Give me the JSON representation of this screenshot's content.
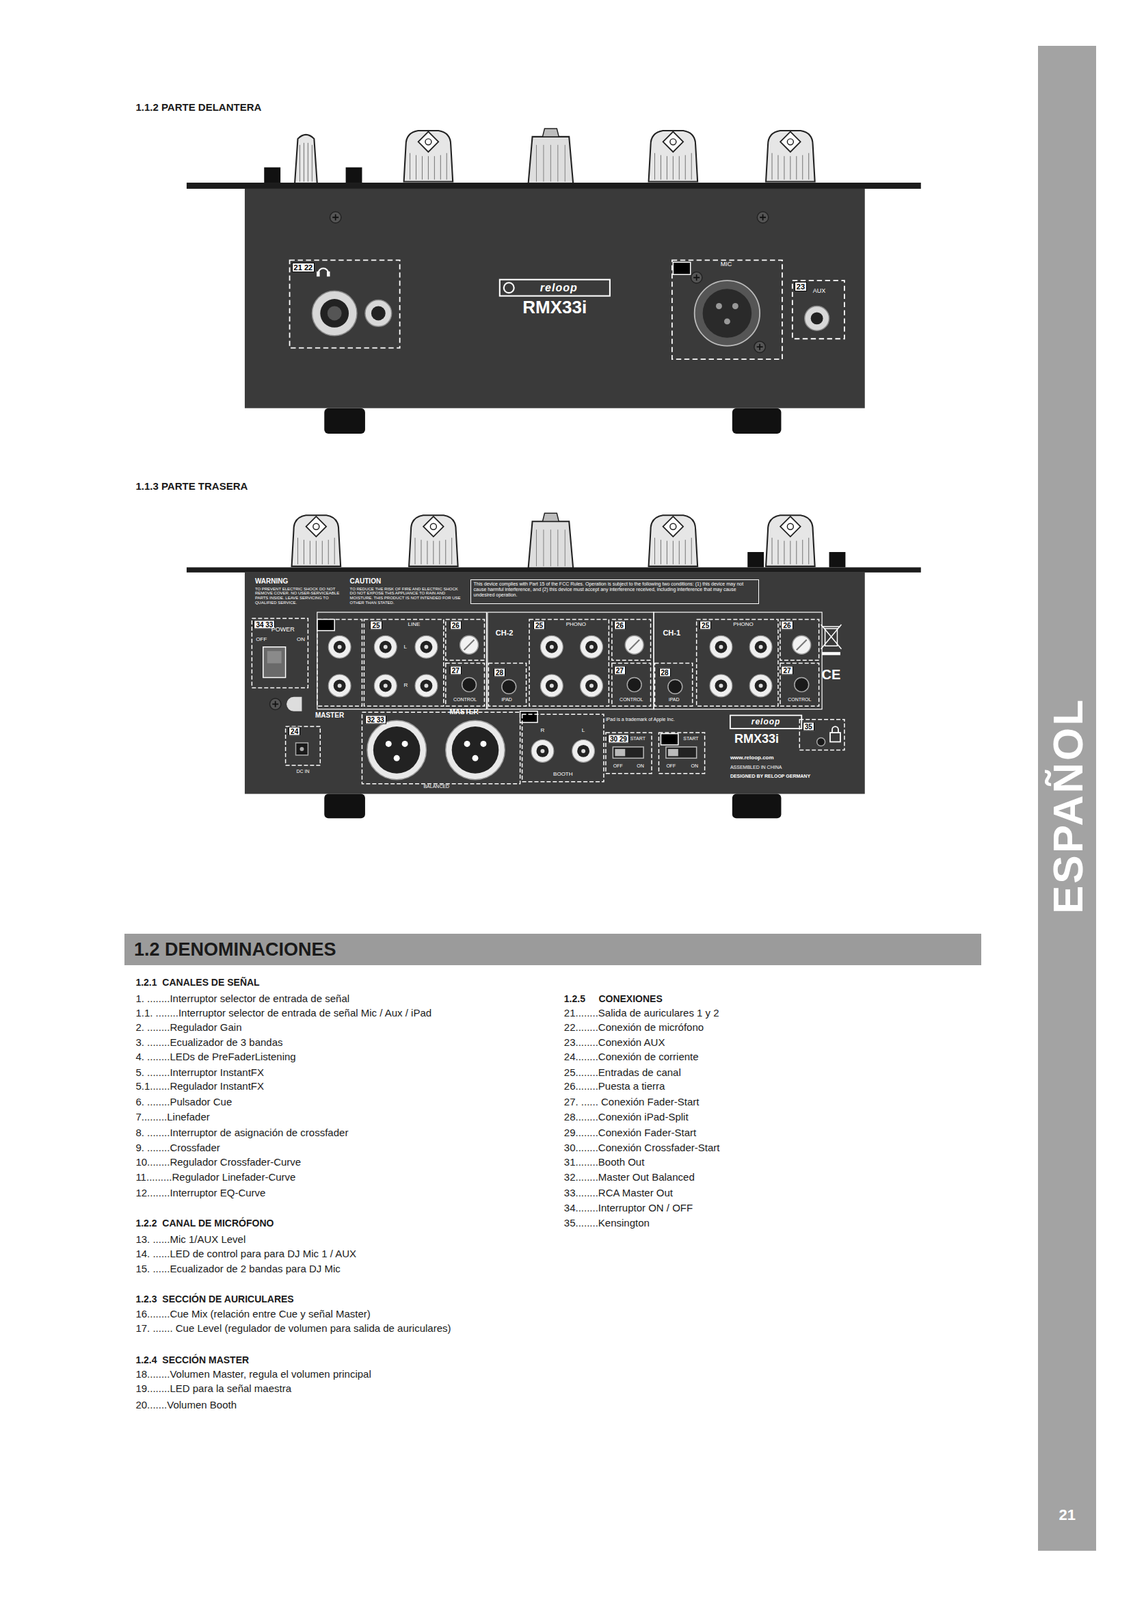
{
  "diagram": {
    "nodes": [
      {
        "text": [
          "1.2 DENOMINACIONES"
        ]
      },
      {
        "text": [
          "ESPAÑOL",
          "21"
        ]
      },
      {
        "text": [
          "This device complies with Part 15 of the FCC Rules. Operation is subject to the following two conditions: (1) this device may not cause harmful interference, and (2) this device must accept any interference received, including interference that may cause undesired operation."
        ]
      }
    ],
    "labels": [
      "1.1.2 PARTE DELANTERA",
      "1.1.3 PARTE TRASERA",
      "1.2.1  CANALES DE SEÑAL",
      "1. ........Interruptor selector de entrada de señal",
      "1.1. ........Interruptor selector de entrada de señal Mic / Aux / iPad",
      "2. ........Regulador Gain",
      "3. ........Ecualizador de 3 bandas",
      "4. ........LEDs de PreFaderListening",
      "5. ........Interruptor InstantFX",
      "5.1.......Regulador InstantFX",
      "6. ........Pulsador Cue",
      "7.........Linefader",
      "8. ........Interruptor de asignación de crossfader",
      "9. ........Crossfader",
      "10........Regulador Crossfader-Curve",
      "11.........Regulador Linefader-Curve",
      "12........Interruptor EQ-Curve",
      "1.2.2  CANAL DE MICRÓFONO",
      "13. ......Mic 1/AUX Level",
      "14. ......LED de control para para DJ Mic 1 / AUX",
      "15. ......Ecualizador de 2 bandas para DJ Mic",
      "1.2.3  SECCIÓN DE AURICULARES",
      "16........Cue Mix (relación entre Cue y señal Master)",
      "17. ....... Cue Level (regulador de volumen para salida de auriculares)",
      "1.2.4  SECCIÓN MASTER",
      "18........Volumen Master, regula el volumen principal",
      "19........LED para la señal maestra",
      "20.......Volumen Booth",
      "1.2.5     CONEXIONES",
      "21........Salida de auriculares 1 y 2",
      "22........Conexión de micrófono",
      "23........Conexión AUX",
      "24........Conexión de corriente",
      "25........Entradas de canal",
      "26........Puesta a tierra",
      "27. ...... Conexión Fader-Start",
      "28........Conexión iPad-Split",
      "29........Conexión Fader-Start",
      "30........Conexión Crossfader-Start",
      "31........Booth Out",
      "32........Master Out Balanced",
      "33........RCA Master Out",
      "34........Interruptor ON / OFF",
      "35........Kensington",
      "21 22",
      "MIC",
      "23",
      "AUX",
      "reloop",
      "RMX33i",
      "WARNING",
      "TO PREVENT ELECTRIC SHOCK DO NOT REMOVE COVER. NO USER-SERVICEABLE PARTS INSIDE. LEAVE SERVICING TO QUALIFIED SERVICE.",
      "CAUTION",
      "TO REDUCE THE RISK OF FIRE AND ELECTRIC SHOCK DO NOT EXPOSE THIS APPLIANCE TO RAIN AND MOISTURE. THIS PRODUCT IS NOT INTENDED FOR USE OTHER THAN STATED.",
      "34 33",
      "POWER",
      "OFF",
      "ON",
      "25",
      "LINE",
      "L",
      "R",
      "26",
      "27",
      "CONTROL",
      "CH-2",
      "28",
      "iPAD",
      "25",
      "PHONO",
      "26",
      "27",
      "CONTROL",
      "CH-1",
      "28",
      "iPAD",
      "25",
      "PHONO",
      "26",
      "27",
      "CONTROL",
      "MASTER",
      "32 33",
      "24",
      "DC IN",
      "MASTER",
      "BALANCED",
      "iPad is a trademark of Apple Inc.",
      "R",
      "L",
      "BOOTH",
      "30 29",
      "START",
      "OFF",
      "ON",
      "START",
      "OFF",
      "ON",
      "reloop",
      "RMX33i",
      "35",
      "www.reloop.com",
      "ASSEMBLED IN CHINA",
      "DESIGNED BY RELOOP GERMANY",
      "CE"
    ]
  }
}
